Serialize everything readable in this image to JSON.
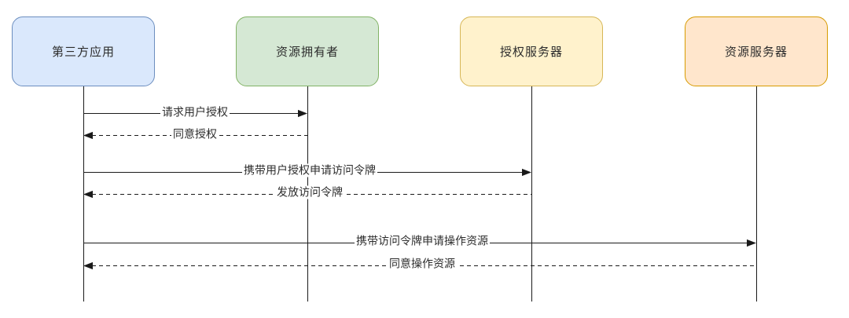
{
  "diagram": {
    "canvas_bg": "#ffffff",
    "line_color": "#1a1a1a",
    "actors": [
      {
        "label": "第三方应用",
        "fill": "#dae8fc",
        "stroke": "#6c8ebf"
      },
      {
        "label": "资源拥有者",
        "fill": "#d5e8d4",
        "stroke": "#82b366"
      },
      {
        "label": "授权服务器",
        "fill": "#fff2cc",
        "stroke": "#d6b656"
      },
      {
        "label": "资源服务器",
        "fill": "#ffe6cc",
        "stroke": "#d79b00"
      }
    ],
    "messages": [
      {
        "label": "请求用户授权",
        "from": "第三方应用",
        "to": "资源拥有者",
        "style": "solid",
        "direction": "right"
      },
      {
        "label": "同意授权",
        "from": "资源拥有者",
        "to": "第三方应用",
        "style": "dashed",
        "direction": "left"
      },
      {
        "label": "携带用户授权申请访问令牌",
        "from": "第三方应用",
        "to": "授权服务器",
        "style": "solid",
        "direction": "right"
      },
      {
        "label": "发放访问令牌",
        "from": "授权服务器",
        "to": "第三方应用",
        "style": "dashed",
        "direction": "left"
      },
      {
        "label": "携带访问令牌申请操作资源",
        "from": "第三方应用",
        "to": "资源服务器",
        "style": "solid",
        "direction": "right"
      },
      {
        "label": "同意操作资源",
        "from": "资源服务器",
        "to": "第三方应用",
        "style": "dashed",
        "direction": "left"
      }
    ]
  }
}
